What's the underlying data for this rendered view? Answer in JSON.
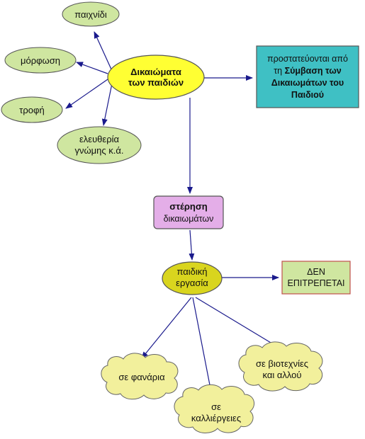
{
  "colors": {
    "center_fill": "#ffff33",
    "leaf_fill": "#cfe6a0",
    "convention_fill": "#3fc0c4",
    "deprivation_fill": "#e4aee8",
    "labor_fill": "#d9d51e",
    "forbidden_fill": "#cfe6a0",
    "cloud_fill": "#f2f09c",
    "arrow": "#1a1a8c",
    "outline": "#555555"
  },
  "nodes": {
    "center": {
      "line1": "Δικαιώματα",
      "line2": "των παιδιών"
    },
    "play": {
      "label": "παιχνίδι"
    },
    "education": {
      "label": "μόρφωση"
    },
    "food": {
      "label": "τροφή"
    },
    "freedom": {
      "line1": "ελευθερία",
      "line2": "γνώμης κ.ά."
    },
    "convention": {
      "line1": "προστατεύονται από",
      "line2_pre": "τη ",
      "line2_bold": "Σύμβαση των",
      "line3": "Δικαιωμάτων του",
      "line4": "Παιδιού"
    },
    "deprivation": {
      "line1": "στέρηση",
      "line2": "δικαιωμάτων"
    },
    "child_labor": {
      "line1": "παιδική",
      "line2": "εργασία"
    },
    "forbidden": {
      "line1": "ΔΕΝ",
      "line2": "ΕΠΙΤΡΕΠΕΤΑΙ"
    },
    "traffic_lights": {
      "label": "σε φανάρια"
    },
    "farming": {
      "line1": "σε",
      "line2": "καλλιέργειες"
    },
    "workshops": {
      "line1": "σε βιοτεχνίες",
      "line2": "και αλλού"
    }
  }
}
